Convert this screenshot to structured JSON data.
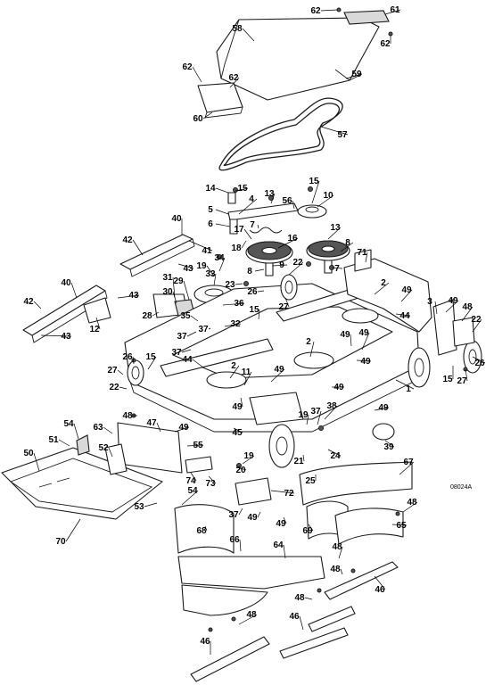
{
  "diagram": {
    "drawing_code": "08024A",
    "callouts": [
      {
        "id": "c1",
        "label": "62"
      },
      {
        "id": "c2",
        "label": "61"
      },
      {
        "id": "c3",
        "label": "62"
      },
      {
        "id": "c4",
        "label": "58"
      },
      {
        "id": "c5",
        "label": "62"
      },
      {
        "id": "c6",
        "label": "62"
      },
      {
        "id": "c7",
        "label": "59"
      },
      {
        "id": "c8",
        "label": "60"
      },
      {
        "id": "c9",
        "label": "57"
      },
      {
        "id": "c10",
        "label": "14"
      },
      {
        "id": "c11",
        "label": "15"
      },
      {
        "id": "c12",
        "label": "4"
      },
      {
        "id": "c13",
        "label": "13"
      },
      {
        "id": "c14",
        "label": "56"
      },
      {
        "id": "c15",
        "label": "15"
      },
      {
        "id": "c16",
        "label": "10"
      },
      {
        "id": "c17",
        "label": "5"
      },
      {
        "id": "c18",
        "label": "6"
      },
      {
        "id": "c19",
        "label": "7"
      },
      {
        "id": "c20",
        "label": "13"
      },
      {
        "id": "c21",
        "label": "17"
      },
      {
        "id": "c22",
        "label": "16"
      },
      {
        "id": "c23",
        "label": "8"
      },
      {
        "id": "c24",
        "label": "18"
      },
      {
        "id": "c25",
        "label": "40"
      },
      {
        "id": "c26",
        "label": "42"
      },
      {
        "id": "c27",
        "label": "41"
      },
      {
        "id": "c28",
        "label": "43"
      },
      {
        "id": "c29",
        "label": "34"
      },
      {
        "id": "c30",
        "label": "19"
      },
      {
        "id": "c31",
        "label": "8"
      },
      {
        "id": "c32",
        "label": "9"
      },
      {
        "id": "c33",
        "label": "22"
      },
      {
        "id": "c34",
        "label": "7"
      },
      {
        "id": "c35",
        "label": "71"
      },
      {
        "id": "c36",
        "label": "33"
      },
      {
        "id": "c37",
        "label": "23"
      },
      {
        "id": "c38",
        "label": "31"
      },
      {
        "id": "c39",
        "label": "30"
      },
      {
        "id": "c40",
        "label": "29"
      },
      {
        "id": "c41",
        "label": "26"
      },
      {
        "id": "c42",
        "label": "27"
      },
      {
        "id": "c43",
        "label": "40"
      },
      {
        "id": "c44",
        "label": "42"
      },
      {
        "id": "c45",
        "label": "43"
      },
      {
        "id": "c46",
        "label": "12"
      },
      {
        "id": "c47",
        "label": "43"
      },
      {
        "id": "c48",
        "label": "28"
      },
      {
        "id": "c49",
        "label": "35"
      },
      {
        "id": "c50",
        "label": "36"
      },
      {
        "id": "c51",
        "label": "15"
      },
      {
        "id": "c52",
        "label": "2"
      },
      {
        "id": "c53",
        "label": "49"
      },
      {
        "id": "c54",
        "label": "44"
      },
      {
        "id": "c55",
        "label": "3"
      },
      {
        "id": "c56",
        "label": "49"
      },
      {
        "id": "c57",
        "label": "48"
      },
      {
        "id": "c58",
        "label": "22"
      },
      {
        "id": "c59",
        "label": "32"
      },
      {
        "id": "c60",
        "label": "37"
      },
      {
        "id": "c61",
        "label": "37"
      },
      {
        "id": "c62",
        "label": "37"
      },
      {
        "id": "c63",
        "label": "2"
      },
      {
        "id": "c64",
        "label": "49"
      },
      {
        "id": "c65",
        "label": "49"
      },
      {
        "id": "c66",
        "label": "26"
      },
      {
        "id": "c67",
        "label": "15"
      },
      {
        "id": "c68",
        "label": "44"
      },
      {
        "id": "c69",
        "label": "2"
      },
      {
        "id": "c70",
        "label": "11"
      },
      {
        "id": "c71",
        "label": "49"
      },
      {
        "id": "c72",
        "label": "49"
      },
      {
        "id": "c73",
        "label": "1"
      },
      {
        "id": "c74",
        "label": "15"
      },
      {
        "id": "c75",
        "label": "27"
      },
      {
        "id": "c76",
        "label": "26"
      },
      {
        "id": "c77",
        "label": "27"
      },
      {
        "id": "c78",
        "label": "22"
      },
      {
        "id": "c79",
        "label": "48"
      },
      {
        "id": "c80",
        "label": "49"
      },
      {
        "id": "c81",
        "label": "49"
      },
      {
        "id": "c82",
        "label": "49"
      },
      {
        "id": "c83",
        "label": "39"
      },
      {
        "id": "c84",
        "label": "38"
      },
      {
        "id": "c85",
        "label": "37"
      },
      {
        "id": "c86",
        "label": "19"
      },
      {
        "id": "c87",
        "label": "63"
      },
      {
        "id": "c88",
        "label": "47"
      },
      {
        "id": "c89",
        "label": "49"
      },
      {
        "id": "c90",
        "label": "45"
      },
      {
        "id": "c91",
        "label": "54"
      },
      {
        "id": "c92",
        "label": "51"
      },
      {
        "id": "c93",
        "label": "52"
      },
      {
        "id": "c94",
        "label": "55"
      },
      {
        "id": "c95",
        "label": "50"
      },
      {
        "id": "c96",
        "label": "19"
      },
      {
        "id": "c97",
        "label": "20"
      },
      {
        "id": "c98",
        "label": "74"
      },
      {
        "id": "c99",
        "label": "73"
      },
      {
        "id": "c100",
        "label": "21"
      },
      {
        "id": "c101",
        "label": "24"
      },
      {
        "id": "c102",
        "label": "25"
      },
      {
        "id": "c103",
        "label": "67"
      },
      {
        "id": "c104",
        "label": "54"
      },
      {
        "id": "c105",
        "label": "53"
      },
      {
        "id": "c106",
        "label": "72"
      },
      {
        "id": "c107",
        "label": "37"
      },
      {
        "id": "c108",
        "label": "49"
      },
      {
        "id": "c109",
        "label": "49"
      },
      {
        "id": "c110",
        "label": "69"
      },
      {
        "id": "c111",
        "label": "48"
      },
      {
        "id": "c112",
        "label": "65"
      },
      {
        "id": "c113",
        "label": "70"
      },
      {
        "id": "c114",
        "label": "68"
      },
      {
        "id": "c115",
        "label": "66"
      },
      {
        "id": "c116",
        "label": "64"
      },
      {
        "id": "c117",
        "label": "48"
      },
      {
        "id": "c118",
        "label": "48"
      },
      {
        "id": "c119",
        "label": "46"
      },
      {
        "id": "c120",
        "label": "48"
      },
      {
        "id": "c121",
        "label": "48"
      },
      {
        "id": "c122",
        "label": "46"
      },
      {
        "id": "c123",
        "label": "46"
      }
    ]
  }
}
